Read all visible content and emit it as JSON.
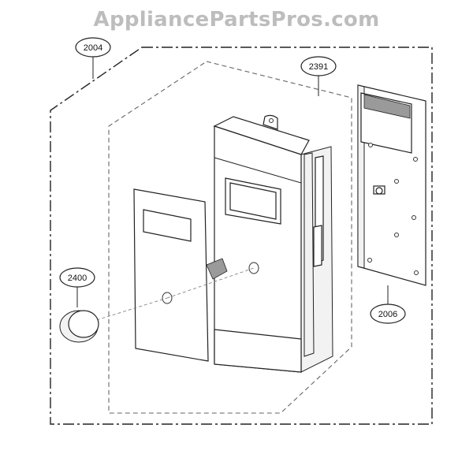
{
  "watermark": "AppliancePartsPros.com",
  "callouts": {
    "outer_assembly": "2004",
    "inner_assembly": "2391",
    "knob": "2400",
    "pcb": "2006"
  }
}
